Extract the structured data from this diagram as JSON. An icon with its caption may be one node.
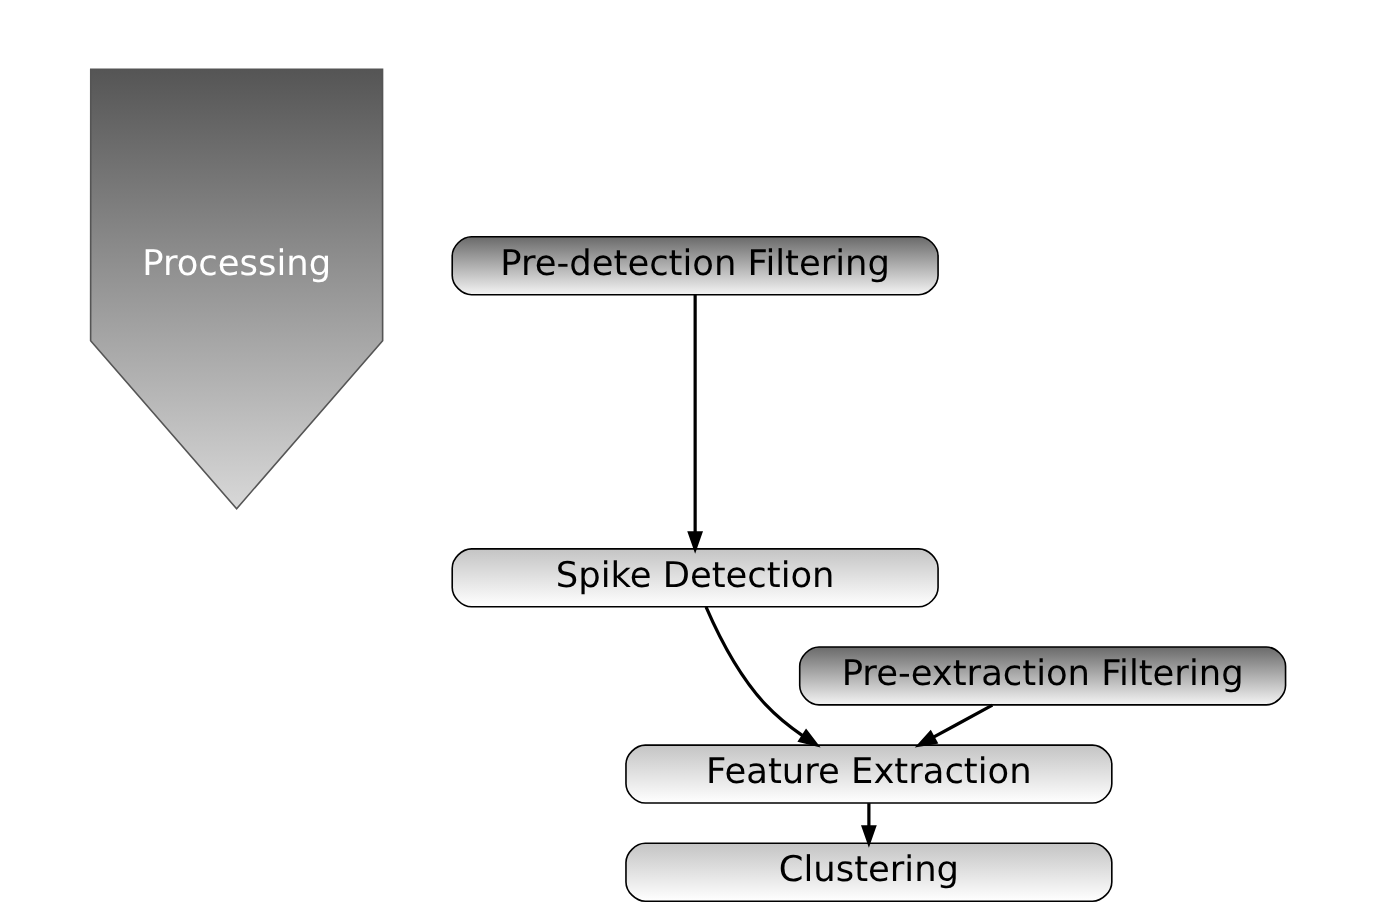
{
  "diagram": {
    "nodes": [
      {
        "text": [
          "Processing"
        ]
      },
      {
        "text": [
          "Pre-detection Filtering"
        ]
      },
      {
        "text": [
          "Spike Detection"
        ]
      },
      {
        "text": [
          "Pre-extraction Filtering"
        ]
      },
      {
        "text": [
          "Feature Extraction"
        ]
      },
      {
        "text": [
          "Clustering"
        ]
      }
    ],
    "edges": [
      {
        "from": 1,
        "to": 2,
        "arrow": "to"
      },
      {
        "from": 2,
        "to": 4,
        "arrow": "to"
      },
      {
        "from": 3,
        "to": 4,
        "arrow": "to"
      },
      {
        "from": 4,
        "to": 5,
        "arrow": "to"
      }
    ]
  }
}
